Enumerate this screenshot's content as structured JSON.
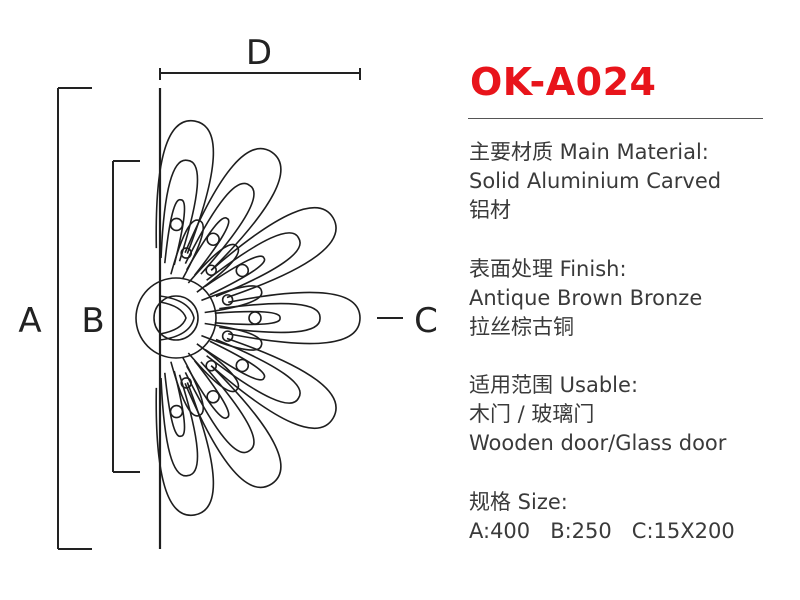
{
  "dimensions": {
    "d": "D",
    "a": "A",
    "b": "B",
    "c": "C"
  },
  "product": {
    "model": "OK-A024"
  },
  "specs": {
    "material": {
      "heading": "主要材质 Main Material:",
      "value_en": "Solid Aluminium Carved",
      "value_cn": "铝材"
    },
    "finish": {
      "heading": "表面处理 Finish:",
      "value_en": "Antique Brown Bronze",
      "value_cn": "拉丝棕古铜"
    },
    "usable": {
      "heading": "适用范围 Usable:",
      "value_cn": "木门 / 玻璃门",
      "value_en": "Wooden door/Glass door"
    },
    "size": {
      "heading": "规格 Size:",
      "a": "A:400",
      "b": "B:250",
      "c": "C:15X200"
    }
  }
}
